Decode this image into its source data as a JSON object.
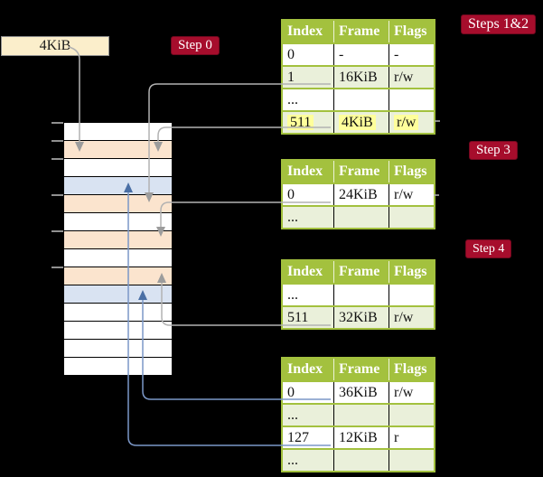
{
  "cr3": {
    "label": "4KiB"
  },
  "badges": [
    {
      "id": "step0",
      "label": "Step 0"
    },
    {
      "id": "steps12",
      "label": "Steps 1&2"
    },
    {
      "id": "step3",
      "label": "Step 3"
    },
    {
      "id": "step4",
      "label": "Step 4"
    }
  ],
  "memory": {
    "row_count": 14,
    "rows": [
      "empty",
      "pagetable",
      "empty",
      "mapped",
      "pagetable",
      "empty",
      "pagetable",
      "empty",
      "pagetable",
      "mapped",
      "empty",
      "empty",
      "empty",
      "empty"
    ],
    "ticks": [
      0,
      1,
      2,
      4,
      6,
      8
    ]
  },
  "tables": [
    {
      "headers": [
        "Index",
        "Frame",
        "Flags"
      ],
      "rows": [
        {
          "cells": [
            "0",
            "-",
            "-"
          ],
          "shaded": false,
          "highlighted": false
        },
        {
          "cells": [
            "1",
            "16KiB",
            "r/w"
          ],
          "shaded": true,
          "highlighted": false
        },
        {
          "cells": [
            "...",
            "",
            ""
          ],
          "shaded": false,
          "highlighted": false
        },
        {
          "cells": [
            "511",
            "4KiB",
            "r/w"
          ],
          "shaded": true,
          "highlighted": true
        }
      ]
    },
    {
      "headers": [
        "Index",
        "Frame",
        "Flags"
      ],
      "rows": [
        {
          "cells": [
            "0",
            "24KiB",
            "r/w"
          ],
          "shaded": false,
          "highlighted": false
        },
        {
          "cells": [
            "...",
            "",
            ""
          ],
          "shaded": true,
          "highlighted": false
        }
      ]
    },
    {
      "headers": [
        "Index",
        "Frame",
        "Flags"
      ],
      "rows": [
        {
          "cells": [
            "...",
            "",
            ""
          ],
          "shaded": false,
          "highlighted": false
        },
        {
          "cells": [
            "511",
            "32KiB",
            "r/w"
          ],
          "shaded": true,
          "highlighted": false
        }
      ]
    },
    {
      "headers": [
        "Index",
        "Frame",
        "Flags"
      ],
      "rows": [
        {
          "cells": [
            "0",
            "36KiB",
            "r/w"
          ],
          "shaded": false,
          "highlighted": false
        },
        {
          "cells": [
            "...",
            "",
            ""
          ],
          "shaded": true,
          "highlighted": false
        },
        {
          "cells": [
            "127",
            "12KiB",
            "r"
          ],
          "shaded": false,
          "highlighted": false
        },
        {
          "cells": [
            "...",
            "",
            ""
          ],
          "shaded": true,
          "highlighted": false
        }
      ]
    }
  ],
  "colors": {
    "header_green": "#a3c13e",
    "row_green": "#eaf0da",
    "peach": "#fbe4ce",
    "blue": "#d9e3f2",
    "cream": "#fbeecb",
    "badge_red": "#a60d2c",
    "highlight_yellow": "#ffff9b",
    "gray_line": "#b2b2b2",
    "gray_arrow": "#9c9c9c",
    "blue_line": "#7b97c7",
    "blue_arrow": "#4a6fa5"
  }
}
